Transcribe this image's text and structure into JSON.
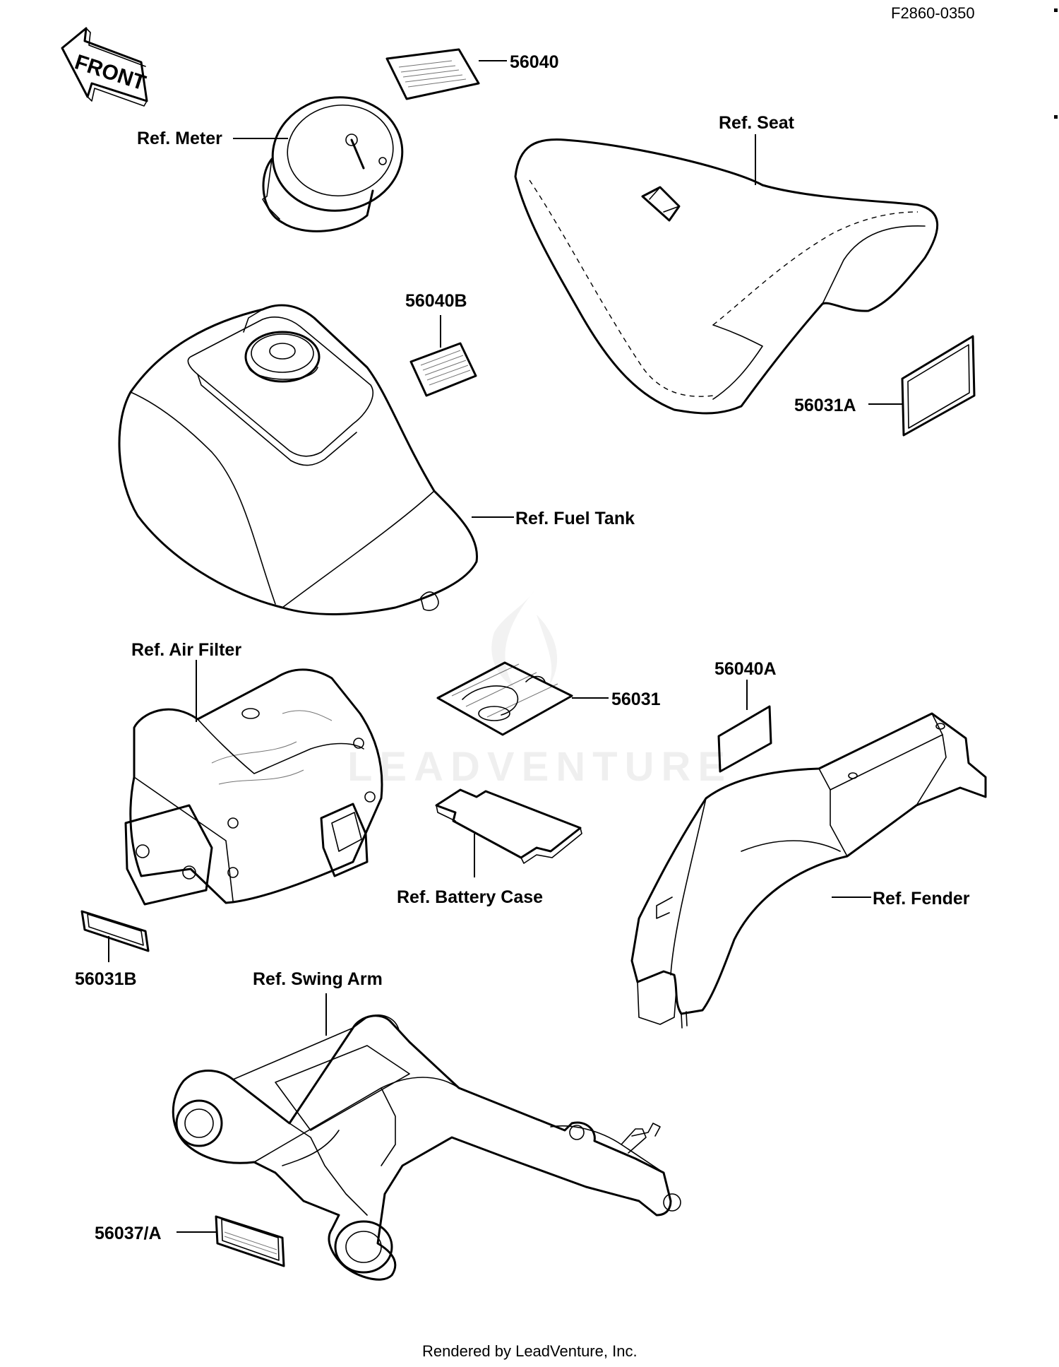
{
  "diagram_code": "F2860-0350",
  "front_arrow_text": "FRONT",
  "labels": {
    "ref_meter": "Ref. Meter",
    "ref_seat": "Ref. Seat",
    "ref_fuel_tank": "Ref. Fuel Tank",
    "ref_air_filter": "Ref. Air Filter",
    "ref_battery_case": "Ref. Battery Case",
    "ref_fender": "Ref. Fender",
    "ref_swing_arm": "Ref. Swing Arm"
  },
  "part_numbers": {
    "p56040": "56040",
    "p56040B": "56040B",
    "p56031A": "56031A",
    "p56031": "56031",
    "p56040A": "56040A",
    "p56031B": "56031B",
    "p56037A": "56037/A"
  },
  "watermark": "LEADVENTURE",
  "footer": "Rendered by LeadVenture, Inc."
}
